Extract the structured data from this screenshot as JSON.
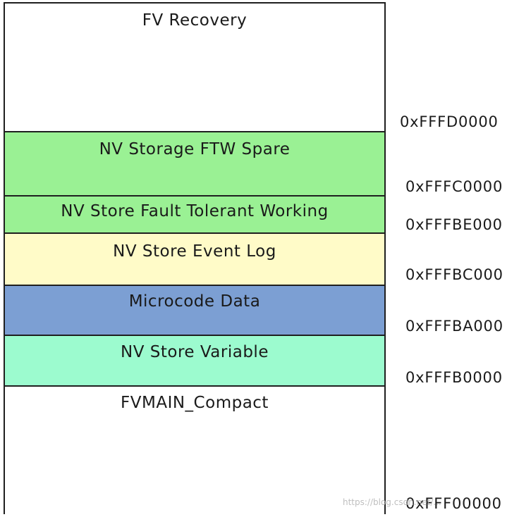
{
  "regions": [
    {
      "label": "FV Recovery",
      "color": "#ffffff"
    },
    {
      "label": "NV Storage FTW Spare",
      "color": "#9af194"
    },
    {
      "label": "NV Store Fault Tolerant Working",
      "color": "#9af194"
    },
    {
      "label": "NV Store Event Log",
      "color": "#fffbc8"
    },
    {
      "label": "Microcode Data",
      "color": "#7c9fd3"
    },
    {
      "label": "NV Store Variable",
      "color": "#9cfbcf"
    },
    {
      "label": "FVMAIN_Compact",
      "color": "#ffffff"
    }
  ],
  "addresses": [
    "0xFFFD0000",
    "0xFFFC0000",
    "0xFFFBE000",
    "0xFFFBC000",
    "0xFFFBA000",
    "0xFFFB0000",
    "0xFFF00000"
  ],
  "watermark": "https://blog.csdn.net/..."
}
